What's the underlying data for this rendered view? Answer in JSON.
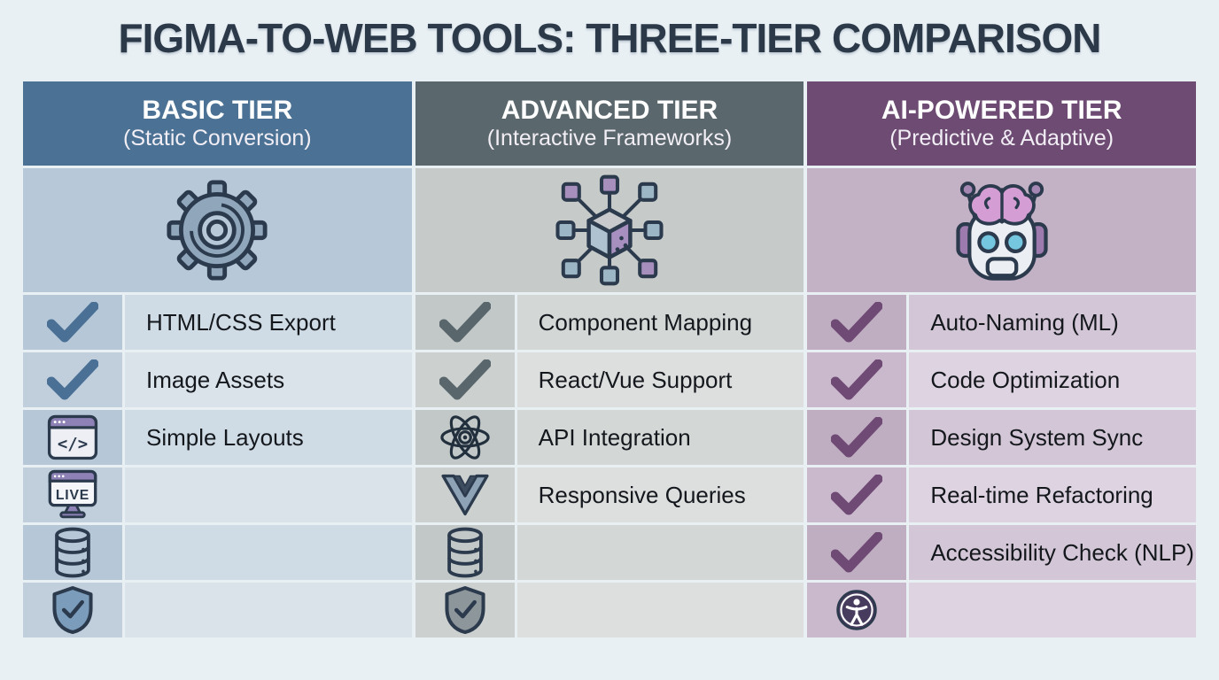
{
  "page": {
    "title": "FIGMA-TO-WEB TOOLS: THREE-TIER COMPARISON",
    "background": "#e9f0f4",
    "title_color": "#2b3949"
  },
  "palette": {
    "outline": "#2c3a4d",
    "window_bar": "#8d81b5",
    "white": "#ffffff",
    "gear_fill": "#8fa6bb",
    "react_stroke": "#22303e"
  },
  "table": {
    "columns": [
      {
        "id": "basic",
        "title": "BASIC TIER",
        "subtitle": "(Static Conversion)",
        "header_bg": "#4b7294",
        "icon_row_bg": "#b7c8d8",
        "tier_icon": "gear-icon",
        "check_color": "#4a7096",
        "icon_cell_bg": [
          "#b6c7d8",
          "#c1cfdd"
        ],
        "text_cell_bg": [
          "#d0dce5",
          "#dae3ea"
        ],
        "rows": [
          {
            "icon": "check-icon",
            "label": "HTML/CSS Export"
          },
          {
            "icon": "check-icon",
            "label": "Image Assets"
          },
          {
            "icon": "code-window-icon",
            "label": "Simple Layouts",
            "icon_text": "</>"
          },
          {
            "icon": "live-monitor-icon",
            "label": "",
            "icon_text": "LIVE"
          },
          {
            "icon": "database-icon",
            "label": ""
          },
          {
            "icon": "shield-check-icon",
            "label": "",
            "icon_fill": "#7b9cbb"
          }
        ]
      },
      {
        "id": "advanced",
        "title": "ADVANCED TIER",
        "subtitle": "(Interactive Frameworks)",
        "header_bg": "#5a676c",
        "icon_row_bg": "#c6cbca",
        "tier_icon": "cube-network-icon",
        "check_color": "#59666c",
        "icon_cell_bg": [
          "#c2c8c7",
          "#ccd1d0"
        ],
        "text_cell_bg": [
          "#d3d7d6",
          "#dddfde"
        ],
        "rows": [
          {
            "icon": "check-icon",
            "label": "Component Mapping"
          },
          {
            "icon": "check-icon",
            "label": "React/Vue Support"
          },
          {
            "icon": "react-icon",
            "label": "API Integration"
          },
          {
            "icon": "vue-icon",
            "label": "Responsive Queries"
          },
          {
            "icon": "database-icon",
            "label": ""
          },
          {
            "icon": "shield-check-icon",
            "label": "",
            "icon_fill": "#8d969b"
          }
        ]
      },
      {
        "id": "ai-powered",
        "title": "AI-POWERED TIER",
        "subtitle": "(Predictive & Adaptive)",
        "header_bg": "#6d4b72",
        "icon_row_bg": "#c3b1c6",
        "tier_icon": "robot-brain-icon",
        "check_color": "#6f4a74",
        "icon_cell_bg": [
          "#bfadc2",
          "#cab9cd"
        ],
        "text_cell_bg": [
          "#d3c6d6",
          "#ded3e0"
        ],
        "rows": [
          {
            "icon": "check-icon",
            "label": "Auto-Naming (ML)"
          },
          {
            "icon": "check-icon",
            "label": "Code Optimization"
          },
          {
            "icon": "check-icon",
            "label": "Design System Sync"
          },
          {
            "icon": "check-icon",
            "label": "Real-time Refactoring"
          },
          {
            "icon": "check-icon",
            "label": "Accessibility Check (NLP)"
          },
          {
            "icon": "accessibility-icon",
            "label": ""
          }
        ]
      }
    ]
  }
}
